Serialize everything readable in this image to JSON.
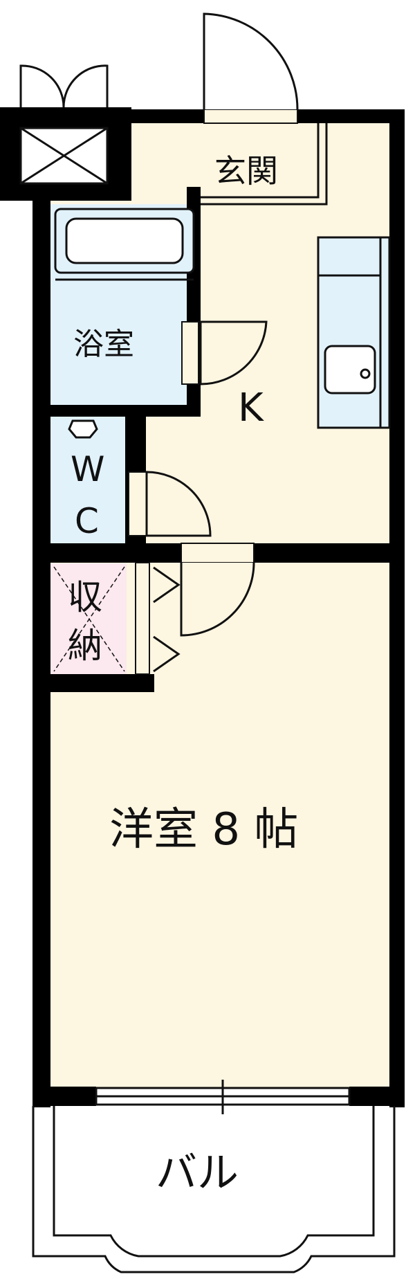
{
  "rooms": {
    "entrance": "玄関",
    "bath": "浴室",
    "kitchen": "K",
    "wc_top": "W",
    "wc_bottom": "C",
    "storage_top": "収",
    "storage_bottom": "納",
    "western": "洋室 8 帖",
    "balcony": "バル"
  },
  "colors": {
    "wall": "#000000",
    "floor": "#fdf6e1",
    "wet": "#e2f2fb",
    "storage": "#fce8ef",
    "line": "#111111"
  },
  "icons": [
    "door-swing-icon",
    "folding-door-icon",
    "sink-icon",
    "bathtub-icon",
    "toilet-icon",
    "window-icon",
    "railing-icon"
  ]
}
